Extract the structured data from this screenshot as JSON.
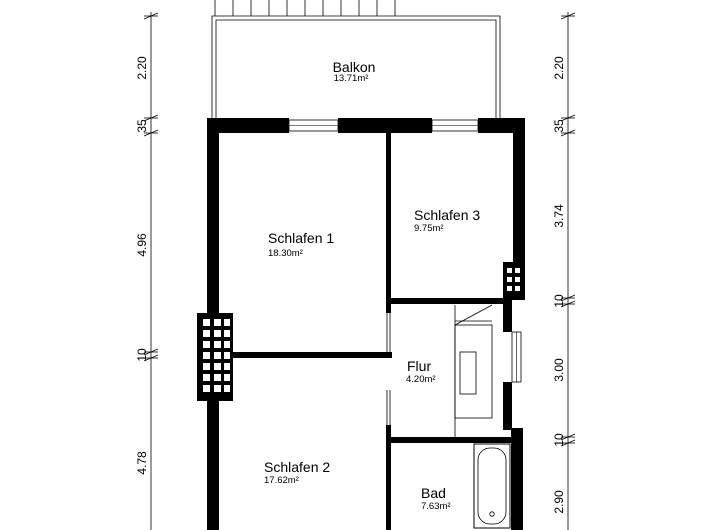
{
  "rooms": {
    "balkon": {
      "name": "Balkon",
      "area": "13.71m²"
    },
    "schlafen1": {
      "name": "Schlafen 1",
      "area": "18.30m²"
    },
    "schlafen3": {
      "name": "Schlafen 3",
      "area": "9.75m²"
    },
    "flur": {
      "name": "Flur",
      "area": "4.20m²"
    },
    "schlafen2": {
      "name": "Schlafen 2",
      "area": "17.62m²"
    },
    "bad": {
      "name": "Bad",
      "area": "7.63m²"
    }
  },
  "dimensions": {
    "left": [
      "2.20",
      "35",
      "4.96",
      "10",
      "4.78"
    ],
    "right": [
      "2.20",
      "35",
      "3.74",
      "10",
      "3.00",
      "10",
      "2.90"
    ]
  }
}
